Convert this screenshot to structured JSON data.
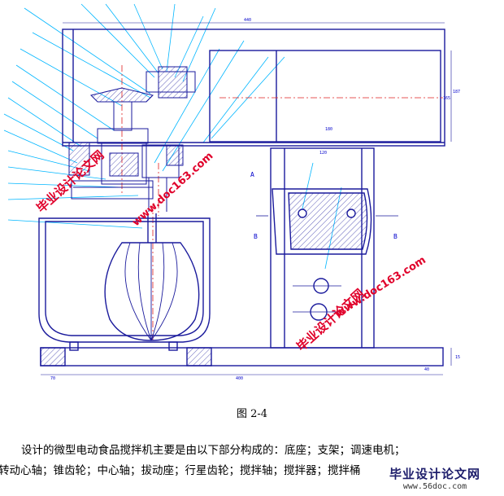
{
  "figure": {
    "dimension_labels": {
      "top_total": "440",
      "motor_width": "180",
      "right_height": "187",
      "right_height_lower": "165",
      "mid_width": "120",
      "base_left": "70",
      "base_mid": "400",
      "base_right_height": "15",
      "base_right_width": "40"
    },
    "section_marks": {
      "a": "A",
      "b_left": "B",
      "b_right": "B"
    }
  },
  "watermarks": {
    "left_cn": "毕业设计论文网",
    "left_url": "www.doc163.com",
    "right_cn": "毕业设计论文网",
    "right_url": "www.doc163.com"
  },
  "caption": "图 2-4",
  "paragraph": {
    "line1": "设计的微型电动食品搅拌机主要是由以下部分构成的：底座；支架；调速电机；",
    "line2": "转动心轴；锥齿轮；中心轴；拔动座；行星齿轮；搅拌轴；搅拌器；搅拌桶"
  },
  "footer_logo": {
    "title": "毕业设计论文网",
    "url": "www.56doc.com"
  },
  "colors": {
    "line": "#1a1a9c",
    "center_line": "#e02020",
    "leader": "#00b6ff",
    "watermark": "#e0002a"
  }
}
